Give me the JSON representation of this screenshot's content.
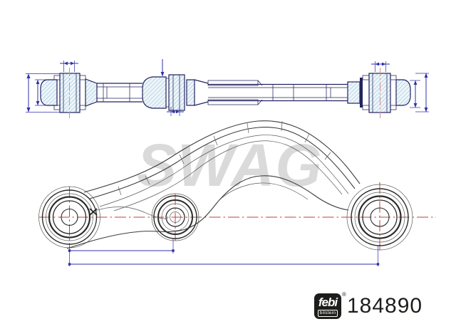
{
  "part_number": "184890",
  "watermark": "SWAG",
  "logo": {
    "brand": "febi",
    "subtitle": "bilstein",
    "registered_mark": "®"
  },
  "drawing": {
    "type": "technical-drawing",
    "views": [
      "rod-assembly-side-view",
      "control-arm-front-view"
    ],
    "colors": {
      "outline_navy": "#23235f",
      "dimension_blue": "#2f2fae",
      "centerline_red": "#c2403c",
      "centerline_soft_red": "#d4908f",
      "hatch_blue": "#93c1da",
      "hatch_background": "#edf5fa",
      "arm_outline_gray": "#3d3d3d",
      "watermark_gray": "#dadada",
      "logo_black": "#1d1d1b"
    }
  }
}
